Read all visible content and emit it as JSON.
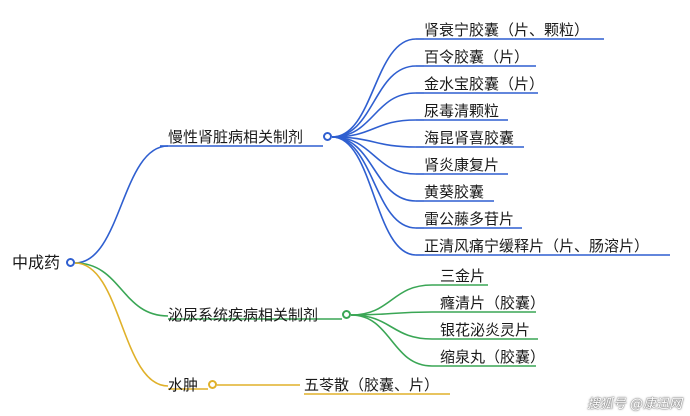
{
  "root": "中成药",
  "branches": [
    {
      "id": "chronic",
      "label": "慢性肾脏病相关制剂",
      "color": "#2f5fd0",
      "leaves": [
        "肾衰宁胶囊（片、颗粒）",
        "百令胶囊（片）",
        "金水宝胶囊（片）",
        "尿毒清颗粒",
        "海昆肾喜胶囊",
        "肾炎康复片",
        "黄葵胶囊",
        "雷公藤多苷片",
        "正清风痛宁缓释片（片、肠溶片）"
      ]
    },
    {
      "id": "urinary",
      "label": "泌尿系统疾病相关制剂",
      "color": "#3aa655",
      "leaves": [
        "三金片",
        "癃清片（胶囊）",
        "银花泌炎灵片",
        "缩泉丸（胶囊）"
      ]
    },
    {
      "id": "edema",
      "label": "水肿",
      "color": "#e0b12a",
      "leaves": [
        "五苓散（胶囊、片）"
      ]
    }
  ],
  "watermark": "搜狐号 @康迅网"
}
